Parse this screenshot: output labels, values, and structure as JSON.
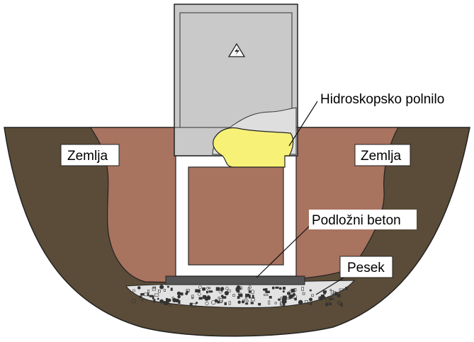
{
  "labels": {
    "soil_left": "Zemlja",
    "soil_right": "Zemlja",
    "filler": "Hidroskopsko polnilo",
    "base_concrete": "Podložni beton",
    "sand": "Pesek"
  },
  "icons": {
    "warning": "high-voltage-warning-icon"
  },
  "colors": {
    "outer_soil": "#5a4c38",
    "inner_soil": "#a8735f",
    "cabinet": "#c9c9c9",
    "filler": "#f7f277",
    "foundation": "#ffffff",
    "base_concrete": "#555555",
    "sand": "#e2e2e2",
    "outline": "#222222"
  }
}
